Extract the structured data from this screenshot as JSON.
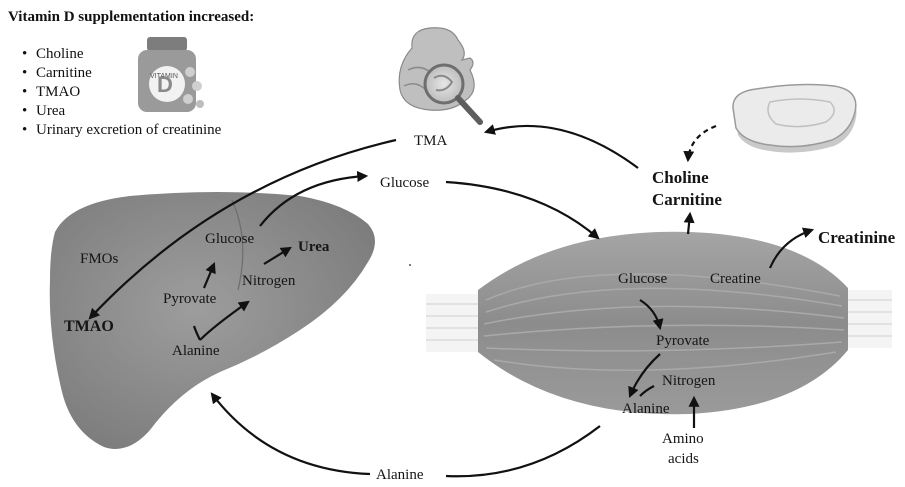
{
  "title": "Vitamin D supplementation increased:",
  "increased_items": [
    "Choline",
    "Carnitine",
    "TMAO",
    "Urea",
    "Urinary excretion of creatinine"
  ],
  "bottle_label_top": "VITAMIN",
  "bottle_label_letter": "D",
  "nodes": {
    "tma": "TMA",
    "glucose_top": "Glucose",
    "choline": "Choline",
    "carnitine": "Carnitine",
    "creatinine": "Creatinine",
    "fmos": "FMOs",
    "tmao": "TMAO",
    "liver_glucose": "Glucose",
    "liver_urea": "Urea",
    "liver_pyrovate": "Pyrovate",
    "liver_nitrogen": "Nitrogen",
    "liver_alanine": "Alanine",
    "muscle_glucose": "Glucose",
    "muscle_creatine": "Creatine",
    "muscle_pyrovate": "Pyrovate",
    "muscle_nitrogen": "Nitrogen",
    "muscle_alanine": "Alanine",
    "amino": "Amino",
    "acids": "acids",
    "alanine_bottom": "Alanine"
  },
  "colors": {
    "arrow": "#111111",
    "liver": "#8c8c8c",
    "muscle": "#8f8f8f",
    "steak": "#e8e8e8"
  }
}
